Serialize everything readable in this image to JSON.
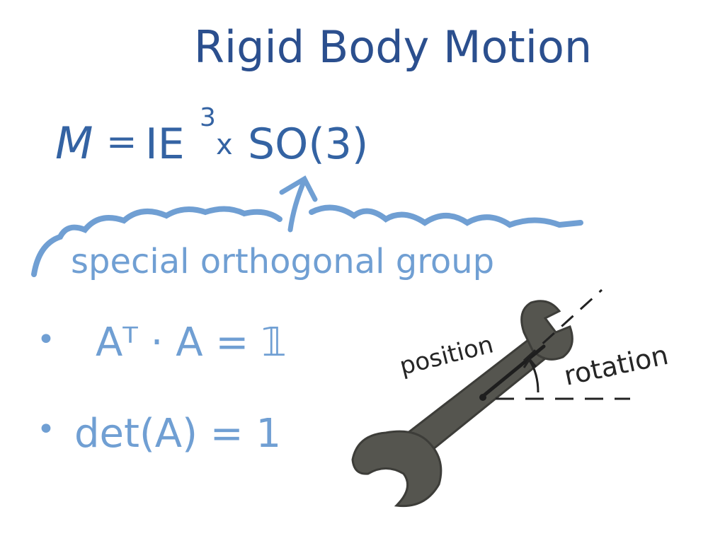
{
  "title": "Rigid Body Motion",
  "formula": {
    "lhs": "M",
    "eq": "=",
    "space": "IE",
    "exponent": "3",
    "times": "x",
    "group": "SO(3)"
  },
  "annotation": "special orthogonal group",
  "properties": [
    {
      "bullet": "•",
      "text": "Aᵀ · A = 𝟙"
    },
    {
      "bullet": "•",
      "text": "det(A) = 1"
    }
  ],
  "wrench_labels": {
    "position": "position",
    "rotation": "rotation"
  },
  "colors": {
    "title": "#2b4f8e",
    "formula": "#3463a3",
    "light": "#709fd3",
    "wrench": "#55554f",
    "ink": "#262626"
  },
  "icons": [
    "wrench-icon",
    "arrow-up-icon",
    "brace-icon"
  ]
}
